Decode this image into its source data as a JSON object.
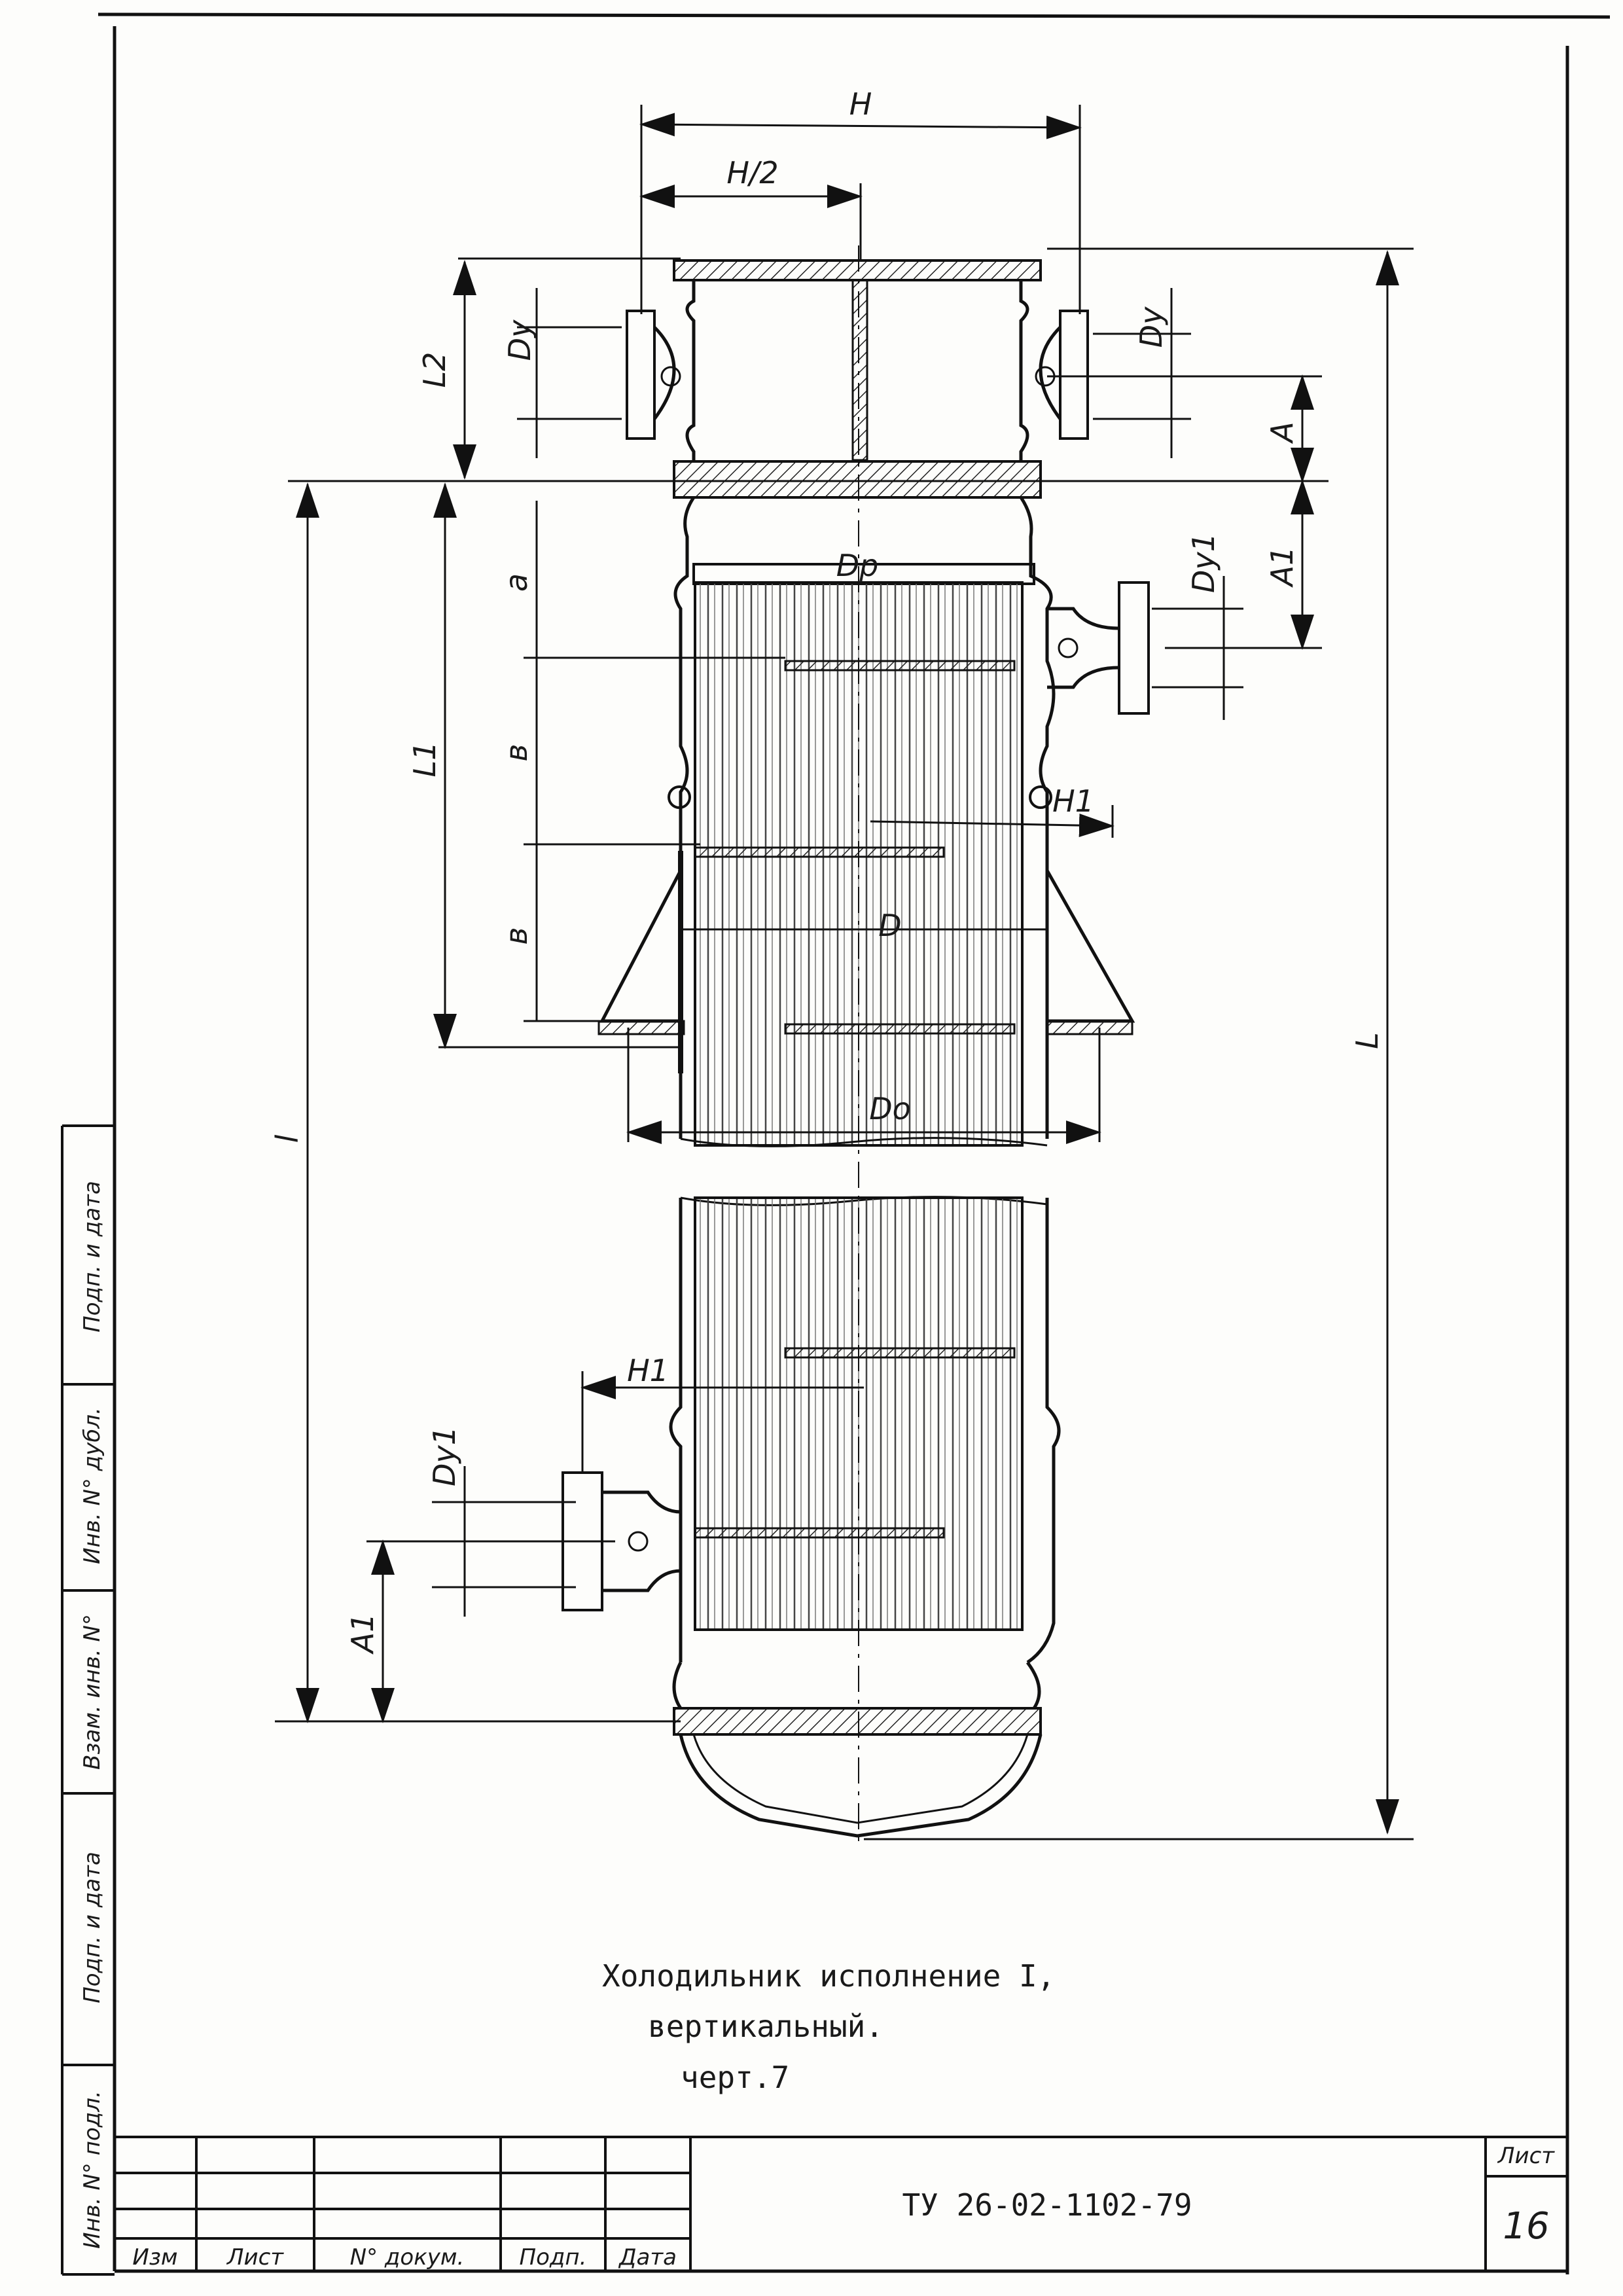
{
  "drawing": {
    "dimensions": {
      "H": "H",
      "H_half": "H/2",
      "Dy_left": "Dy",
      "Dy_right": "Dy",
      "L2": "L2",
      "A": "A",
      "A1_top": "A1",
      "Dy1_top": "Dy1",
      "Dp": "Dp",
      "a": "a",
      "b_top": "в",
      "L1": "L1",
      "H1_top": "H1",
      "b_mid": "в",
      "D": "D",
      "Do": "Do",
      "l": "l",
      "L": "L",
      "H1_bottom": "H1",
      "Dy1_bottom": "Dy1",
      "A1_bottom": "A1"
    },
    "caption": {
      "line1": "Холодильник исполнение I,",
      "line2": "вертикальный.",
      "line3": "черт.7"
    }
  },
  "side_strip": {
    "labels": [
      "Подп. и дата",
      "Инв. N° дубл.",
      "Взам. инв. N°",
      "Подп. и дата",
      "Инв. N° подл."
    ]
  },
  "title_block": {
    "columns": [
      "Изм",
      "Лист",
      "N° докум.",
      "Подп.",
      "Дата"
    ],
    "doc_number": "ТУ 26-02-1102-79",
    "sheet_label": "Лист",
    "sheet_number": "16"
  }
}
